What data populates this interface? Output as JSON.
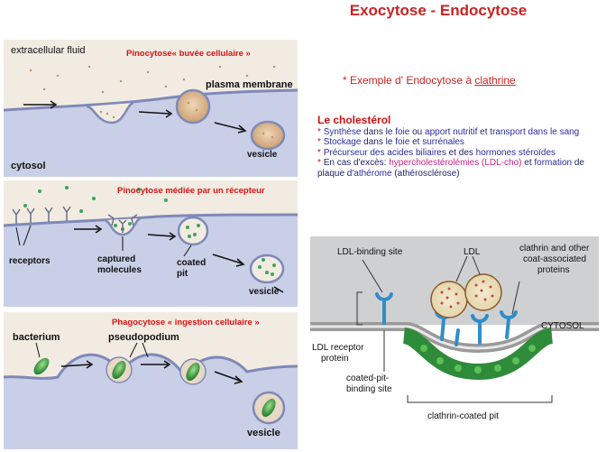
{
  "title": "Exocytose - Endocytose",
  "subtitle": {
    "prefix": "* Exemple d' Endocytose à ",
    "underlined": "clathrine"
  },
  "cholesterol": {
    "heading": "Le cholestérol",
    "items": [
      {
        "star": "*",
        "parts": [
          "Synthèse",
          " dans le ",
          "foie",
          " ou ",
          "apport nutritif",
          " et ",
          "transport dans le sang"
        ]
      },
      {
        "star": "*",
        "parts": [
          "Stockage",
          " dans le ",
          "foie",
          " et ",
          "surrénales"
        ]
      },
      {
        "star": "*",
        "parts": [
          "Précurseur des acides biliaires",
          " et des ",
          "hormones stéroïdes"
        ]
      },
      {
        "star": "*",
        "parts": [
          "En cas d'excès: ",
          "hypercholestérolémies (LDL-cho)",
          " et ",
          "formation",
          " de plaque d'",
          "athérome",
          " (athérosclérose)"
        ]
      }
    ]
  },
  "panel1": {
    "caption": "Pinocytose« buvée cellulaire »",
    "extracellular_fluid": "extracellular fluid",
    "plasma_membrane": "plasma membrane",
    "cytosol": "cytosol",
    "vesicle": "vesicle"
  },
  "panel2": {
    "caption": "Pinocytose médiée par un récepteur",
    "receptors": "receptors",
    "captured_molecules_1": "captured",
    "captured_molecules_2": "molecules",
    "coated_pit_1": "coated",
    "coated_pit_2": "pit",
    "vesicle": "vesicle"
  },
  "panel3": {
    "caption": "Phagocytose « ingestion cellulaire »",
    "bacterium": "bacterium",
    "pseudopodium": "pseudopodium",
    "vesicle": "vesicle"
  },
  "right_diagram": {
    "ldl_binding_site": "LDL-binding site",
    "ldl": "LDL",
    "clathrin_1": "clathrin and other",
    "clathrin_2": "coat-associated",
    "clathrin_3": "proteins",
    "cytosol": "CYTOSOL",
    "ldl_receptor_1": "LDL receptor",
    "ldl_receptor_2": "protein",
    "coated_pit_binding_1": "coated-pit-",
    "coated_pit_binding_2": "binding site",
    "clathrin_coated_pit": "clathrin-coated pit"
  },
  "colors": {
    "title_red": "#cc2222",
    "text_navy": "#222266",
    "cytosol_blue": "#c9cfe6",
    "membrane": "#7f89b8",
    "extracellular": "#f1ebe2",
    "vesicle_fill": "#d9b48f",
    "green_molecule": "#3aa55a",
    "clathrin_green": "#2e8b3a",
    "receptor_blue": "#2f8ec8"
  }
}
